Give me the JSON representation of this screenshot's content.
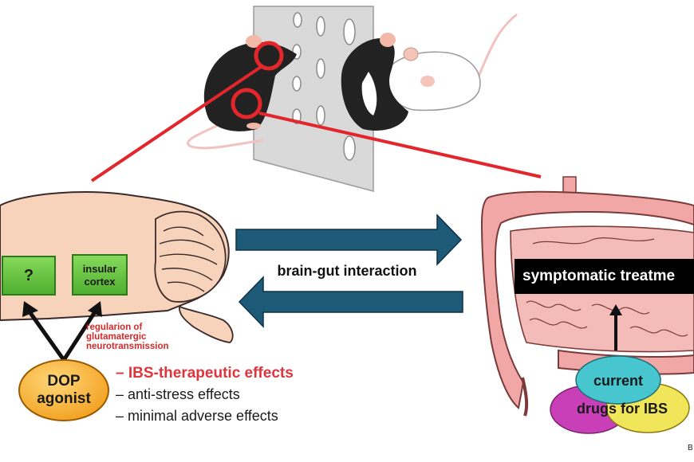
{
  "diagram": {
    "question_box": "?",
    "insular_box": "insular cortex",
    "interaction_label": "brain-gut interaction",
    "regulation_lines": [
      "regularion of",
      "glutamatergic",
      "neurotransmission"
    ],
    "dop_lines": [
      "DOP",
      "agonist"
    ],
    "effects": [
      "– IBS-therapeutic effects",
      "– anti-stress effects",
      "– minimal adverse effects"
    ],
    "symptomatic_label": "symptomatic treatme",
    "current_label": "current",
    "drugs_label": "drugs for IBS",
    "corner_text": "B"
  },
  "colors": {
    "brain_fill": "#f6d3ba",
    "box_green": "#69c544",
    "arrow_blue": "#1d5a78",
    "red_line": "#e3262b",
    "dop_orange": "#f6a623",
    "cyan_ellipse": "#48c6cf",
    "yellow_ellipse": "#f1e55a",
    "purple_ellipse": "#c83fb8",
    "intestine_pink": "#f0a7a6"
  }
}
